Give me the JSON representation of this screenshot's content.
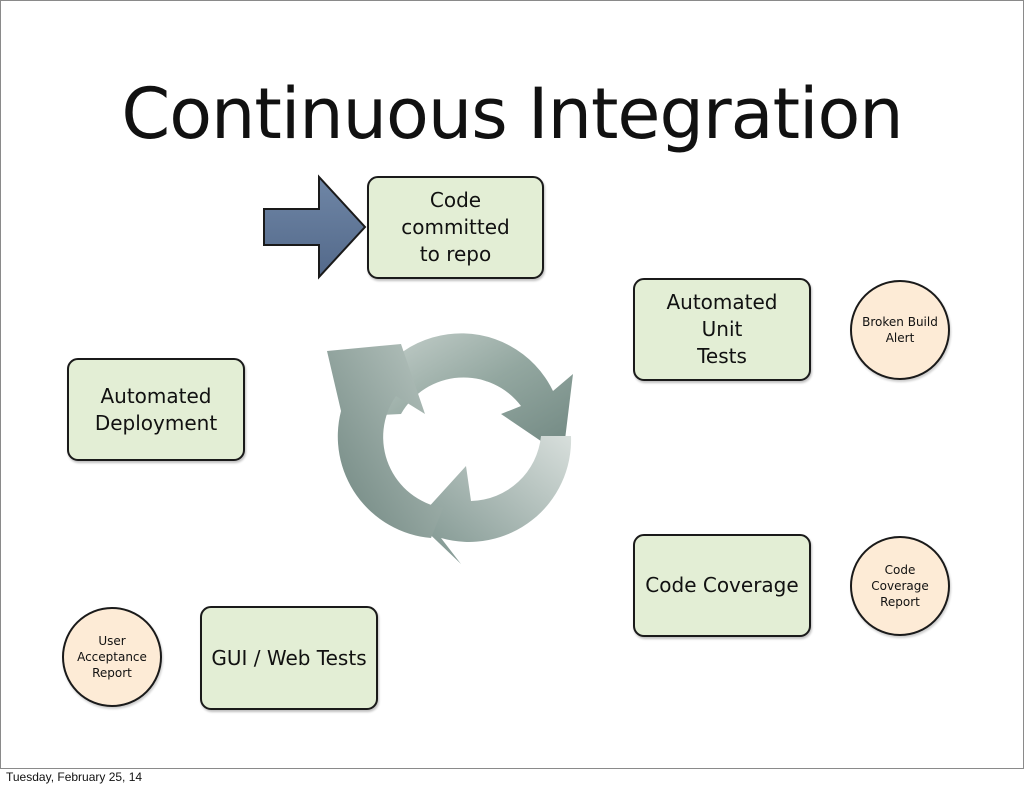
{
  "slide": {
    "title": "Continuous Integration",
    "footer_date": "Tuesday, February 25, 14"
  },
  "process_steps": [
    {
      "id": "commit",
      "label": "Code committed\nto repo"
    },
    {
      "id": "unit-tests",
      "label": "Automated Unit\nTests"
    },
    {
      "id": "code-coverage",
      "label": "Code Coverage"
    },
    {
      "id": "gui-tests",
      "label": "GUI / Web Tests"
    },
    {
      "id": "deployment",
      "label": "Automated\nDeployment"
    }
  ],
  "outputs": [
    {
      "id": "broken-build",
      "label": "Broken Build\nAlert"
    },
    {
      "id": "coverage-report",
      "label": "Code\nCoverage\nReport"
    },
    {
      "id": "uat-report",
      "label": "User\nAcceptance\nReport"
    }
  ],
  "colors": {
    "step_fill": "#e3eed5",
    "output_fill": "#fdebd6",
    "pointer_arrow": "#5f7595",
    "cycle_arrows": "#8a9e98"
  },
  "icons": {
    "pointer": "right-arrow-icon",
    "cycle": "cycle-arrows-icon"
  }
}
